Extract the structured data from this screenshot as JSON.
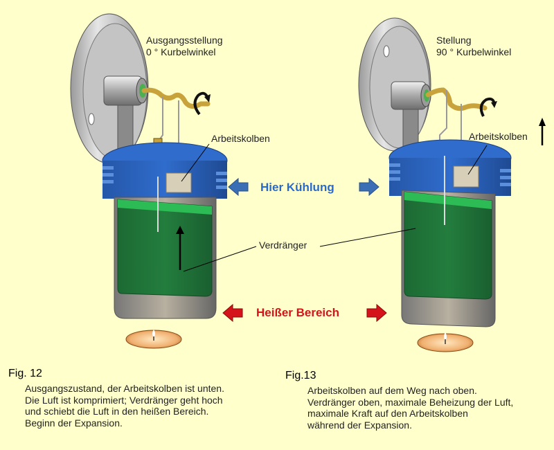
{
  "figures": [
    {
      "id": "fig12",
      "title": "Fig. 12",
      "position_label": [
        "Ausgangsstellung",
        "0 ° Kurbelwinkel"
      ],
      "parts": {
        "power_piston": "Arbeitskolben"
      },
      "caption": [
        "Ausgangszustand, der Arbeitskolben ist unten.",
        "Die Luft ist komprimiert; Verdränger geht hoch",
        "und schiebt die Luft in den heißen Bereich.",
        "Beginn der Expansion."
      ]
    },
    {
      "id": "fig13",
      "title": "Fig.13",
      "position_label": [
        "Stellung",
        "90 ° Kurbelwinkel"
      ],
      "parts": {
        "power_piston": "Arbeitskolben"
      },
      "caption": [
        "Arbeitskolben auf dem Weg nach oben.",
        "Verdränger oben, maximale Beheizung der Luft,",
        "maximale Kraft auf den Arbeitskolben",
        "während der Expansion."
      ]
    }
  ],
  "shared_labels": {
    "displacer": "Verdränger",
    "cooling_zone": "Hier Kühlung",
    "hot_zone": "Heißer Bereich"
  },
  "colors": {
    "background": "#FFFFCC",
    "cooling": "#2a6acb",
    "hot": "#d4141a",
    "displacer": "#1f7a3a",
    "cylinder_head": "#2a5fb8",
    "crank": "#c8a23a"
  },
  "icons": {
    "rotation": "rotation-arrow-icon",
    "motion_up": "up-arrow-icon",
    "arrow_left": "arrow-left-icon",
    "arrow_right": "arrow-right-icon"
  }
}
